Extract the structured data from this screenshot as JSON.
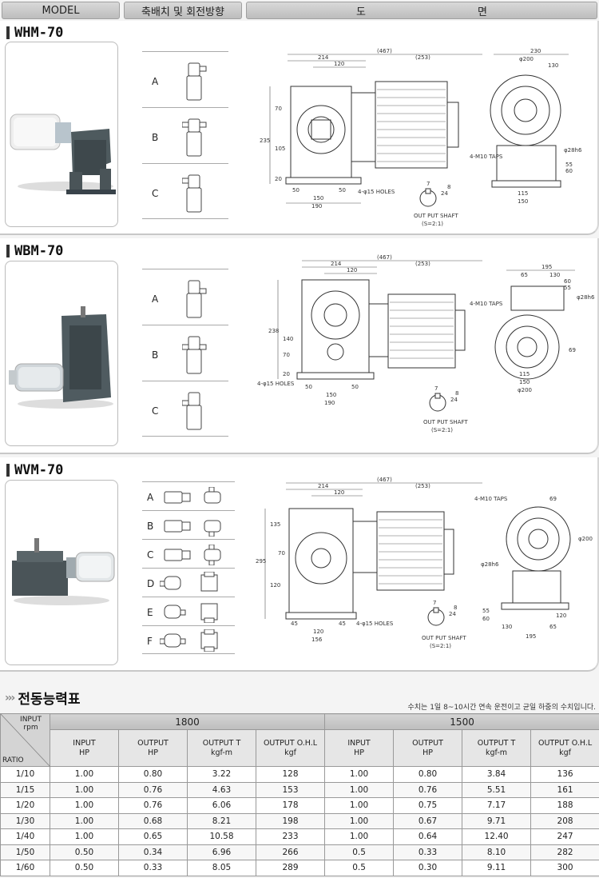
{
  "header": {
    "model": "MODEL",
    "direction": "축배치 및 회전방향",
    "drawing_1": "도",
    "drawing_2": "면"
  },
  "sections": [
    {
      "model": "WHM-70",
      "directions": [
        "A",
        "B",
        "C"
      ],
      "dims": {
        "total": "(467)",
        "left": "214",
        "right": "(253)",
        "mid": "120",
        "h_total": "235",
        "h1": "70",
        "h2": "105",
        "h3": "20",
        "w1": "50",
        "w2": "50",
        "w3": "150",
        "w4": "190",
        "holes": "4-φ15 HOLES",
        "side_top": "230",
        "side_d": "φ200",
        "side_130": "130",
        "side_shaft": "φ28h6",
        "taps": "4-M10 TAPS",
        "side_55": "55",
        "side_60": "60",
        "side_115": "115",
        "side_150": "150",
        "sh_7": "7",
        "sh_8": "8",
        "sh_24": "24",
        "shaft_1": "OUT PUT SHAFT",
        "shaft_2": "(S=2:1)"
      }
    },
    {
      "model": "WBM-70",
      "directions": [
        "A",
        "B",
        "C"
      ],
      "dims": {
        "total": "(467)",
        "left": "214",
        "right": "(253)",
        "mid": "120",
        "h_total": "238",
        "h1": "140",
        "h2": "70",
        "h3": "20",
        "w1": "50",
        "w2": "50",
        "w3": "150",
        "w4": "190",
        "holes": "4-φ15 HOLES",
        "side_top": "195",
        "side_65": "65",
        "side_130": "130",
        "side_60": "60",
        "side_55": "55",
        "side_shaft": "φ28h6",
        "taps": "4-M10 TAPS",
        "side_69": "69",
        "side_115": "115",
        "side_150": "150",
        "side_d": "φ200",
        "sh_7": "7",
        "sh_8": "8",
        "sh_24": "24",
        "shaft_1": "OUT PUT SHAFT",
        "shaft_2": "(S=2:1)"
      }
    },
    {
      "model": "WVM-70",
      "directions": [
        "A",
        "B",
        "C",
        "D",
        "E",
        "F"
      ],
      "dims": {
        "total": "(467)",
        "left": "214",
        "right": "(253)",
        "mid": "120",
        "h_total": "295",
        "h1": "135",
        "h2": "70",
        "h3": "120",
        "w1": "45",
        "w2": "45",
        "w3": "120",
        "w4": "156",
        "holes": "4-φ15 HOLES",
        "taps": "4-M10 TAPS",
        "side_69": "69",
        "side_d": "φ200",
        "side_shaft": "φ28h6",
        "side_55": "55",
        "side_60": "60",
        "side_120": "120",
        "side_130": "130",
        "side_65": "65",
        "side_195": "195",
        "sh_7": "7",
        "sh_8": "8",
        "sh_24": "24",
        "shaft_1": "OUT PUT SHAFT",
        "shaft_2": "(S=2:1)"
      }
    }
  ],
  "table": {
    "title": "전동능력표",
    "note": "수치는 1일 8~10시간 연속 운전이고 균일 하중의 수치입니다.",
    "corner_top": "INPUT rpm",
    "corner_bottom": "RATIO",
    "rpm_groups": [
      "1800",
      "1500"
    ],
    "columns": [
      "INPUT\nHP",
      "OUTPUT\nHP",
      "OUTPUT T\nkgf-m",
      "OUTPUT O.H.L\nkgf"
    ],
    "rows": [
      [
        "1/10",
        "1.00",
        "0.80",
        "3.22",
        "128",
        "1.00",
        "0.80",
        "3.84",
        "136"
      ],
      [
        "1/15",
        "1.00",
        "0.76",
        "4.63",
        "153",
        "1.00",
        "0.76",
        "5.51",
        "161"
      ],
      [
        "1/20",
        "1.00",
        "0.76",
        "6.06",
        "178",
        "1.00",
        "0.75",
        "7.17",
        "188"
      ],
      [
        "1/30",
        "1.00",
        "0.68",
        "8.21",
        "198",
        "1.00",
        "0.67",
        "9.71",
        "208"
      ],
      [
        "1/40",
        "1.00",
        "0.65",
        "10.58",
        "233",
        "1.00",
        "0.64",
        "12.40",
        "247"
      ],
      [
        "1/50",
        "0.50",
        "0.34",
        "6.96",
        "266",
        "0.5",
        "0.33",
        "8.10",
        "282"
      ],
      [
        "1/60",
        "0.50",
        "0.33",
        "8.05",
        "289",
        "0.5",
        "0.30",
        "9.11",
        "300"
      ]
    ]
  }
}
